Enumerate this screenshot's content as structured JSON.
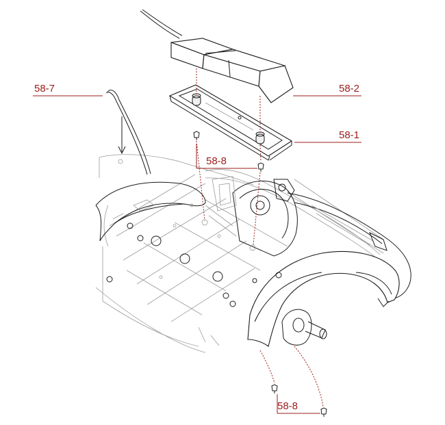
{
  "callouts": {
    "c587": "58-7",
    "c582": "58-2",
    "c581": "58-1",
    "c588_top": "58-8",
    "c588_bottom": "58-8"
  },
  "colors": {
    "callout": "#9b1b1b",
    "linework": "#1a1a1a",
    "background": "#ffffff"
  }
}
